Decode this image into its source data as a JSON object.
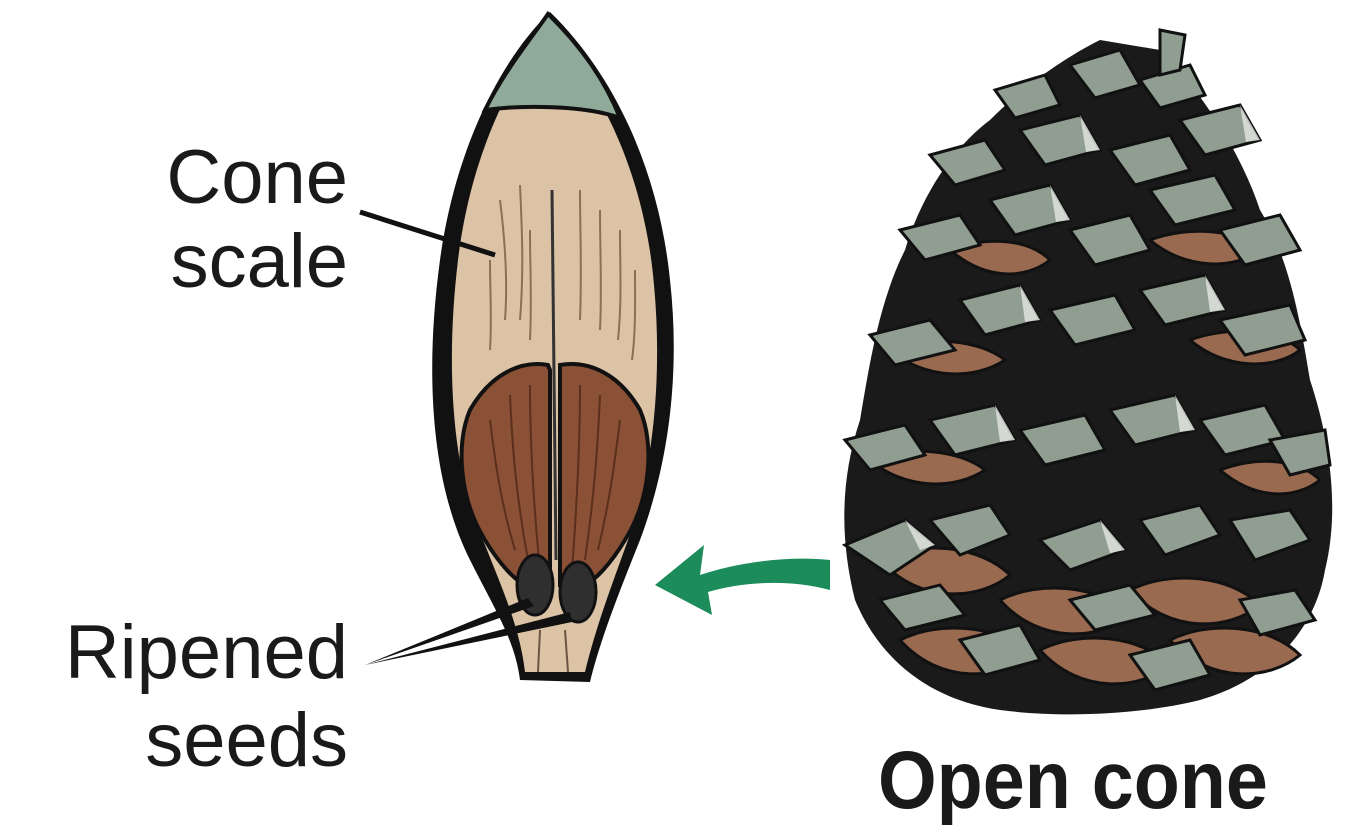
{
  "labels": {
    "cone_scale_line1": "Cone",
    "cone_scale_line2": "scale",
    "seeds_line1": "Ripened",
    "seeds_line2": "seeds",
    "open_cone": "Open cone"
  },
  "colors": {
    "scale_fill": "#dcc3a6",
    "scale_tip": "#8faa99",
    "seed_wing": "#8a5136",
    "seed_dark": "#2f2f2f",
    "cone_bract": "#8f9e90",
    "cone_brown": "#9a6a50",
    "arrow": "#1b8c5a",
    "outline": "#111111"
  }
}
